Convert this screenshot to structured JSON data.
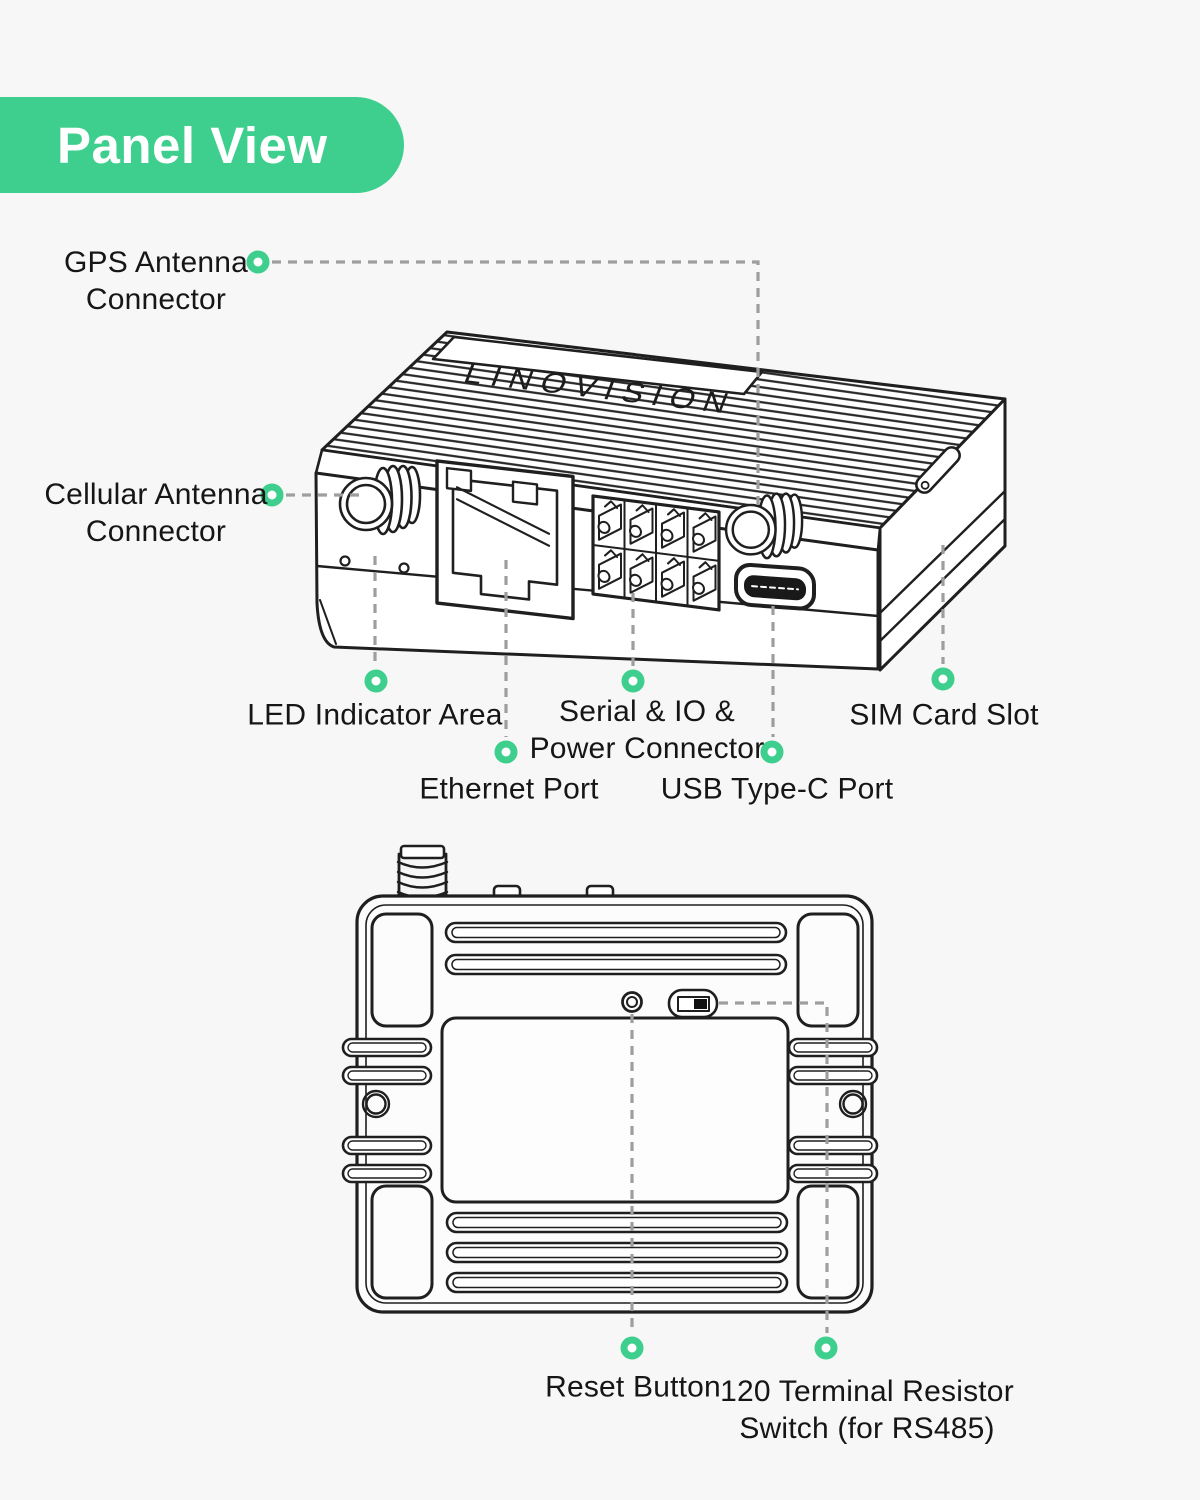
{
  "title_badge": {
    "label": "Panel View"
  },
  "brand": {
    "name": "LINOVISION"
  },
  "colors": {
    "accent_green": "#3ECF8E",
    "background": "#F7F7F7",
    "line_art_ink": "#1F1F1F",
    "label_text": "#161616",
    "callout_dash": "#9E9E9E"
  },
  "top_view": {
    "description": "Front panel isometric view of device",
    "callouts": [
      {
        "id": "gps-antenna-connector",
        "label": "GPS Antenna\nConnector"
      },
      {
        "id": "cellular-antenna-connector",
        "label": "Cellular Antenna\nConnector"
      },
      {
        "id": "led-indicator-area",
        "label": "LED Indicator Area"
      },
      {
        "id": "ethernet-port",
        "label": "Ethernet Port"
      },
      {
        "id": "serial-io-power-connector",
        "label": "Serial & IO &\nPower Connector"
      },
      {
        "id": "usb-type-c-port",
        "label": "USB Type-C Port"
      },
      {
        "id": "sim-card-slot",
        "label": "SIM Card Slot"
      }
    ]
  },
  "bottom_view": {
    "description": "Bottom view of device",
    "callouts": [
      {
        "id": "reset-button",
        "label": "Reset Button"
      },
      {
        "id": "terminal-resistor-switch",
        "label": "120 Terminal Resistor\nSwitch (for RS485)"
      }
    ]
  }
}
